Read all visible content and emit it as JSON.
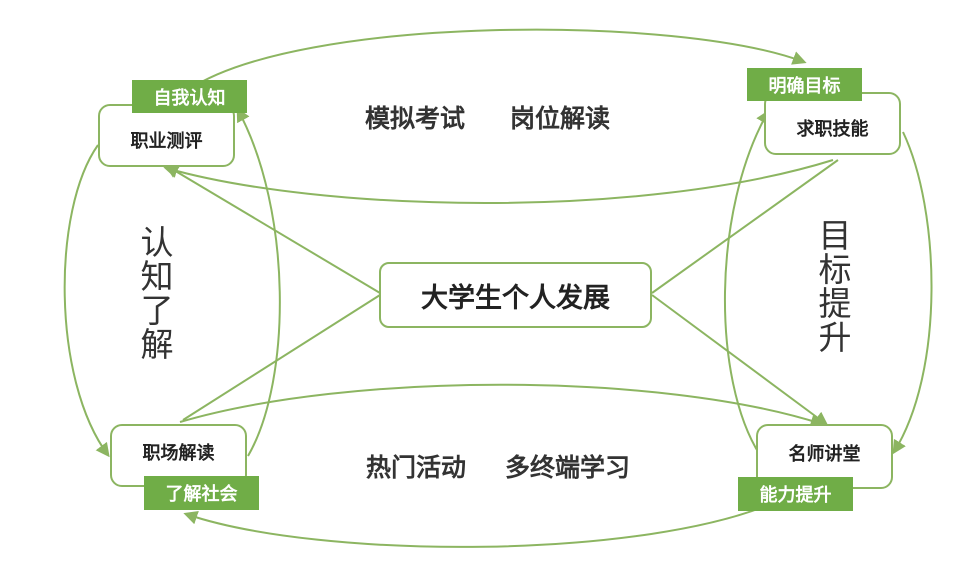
{
  "center": {
    "label": "大学生个人发展"
  },
  "nodes": {
    "top_left": {
      "label": "职业测评",
      "tag": "自我认知"
    },
    "top_right": {
      "label": "求职技能",
      "tag": "明确目标"
    },
    "bottom_left": {
      "label": "职场解读",
      "tag": "了解社会"
    },
    "bottom_right": {
      "label": "名师讲堂",
      "tag": "能力提升"
    }
  },
  "phrases": {
    "top_1": "模拟考试",
    "top_2": "岗位解读",
    "bottom_1": "热门活动",
    "bottom_2": "多终端学习"
  },
  "side_labels": {
    "left": "认知了解",
    "right": "目标提升"
  },
  "colors": {
    "line": "#8cb561",
    "tag_fill": "#70ad47",
    "node_border": "#8cb561"
  }
}
